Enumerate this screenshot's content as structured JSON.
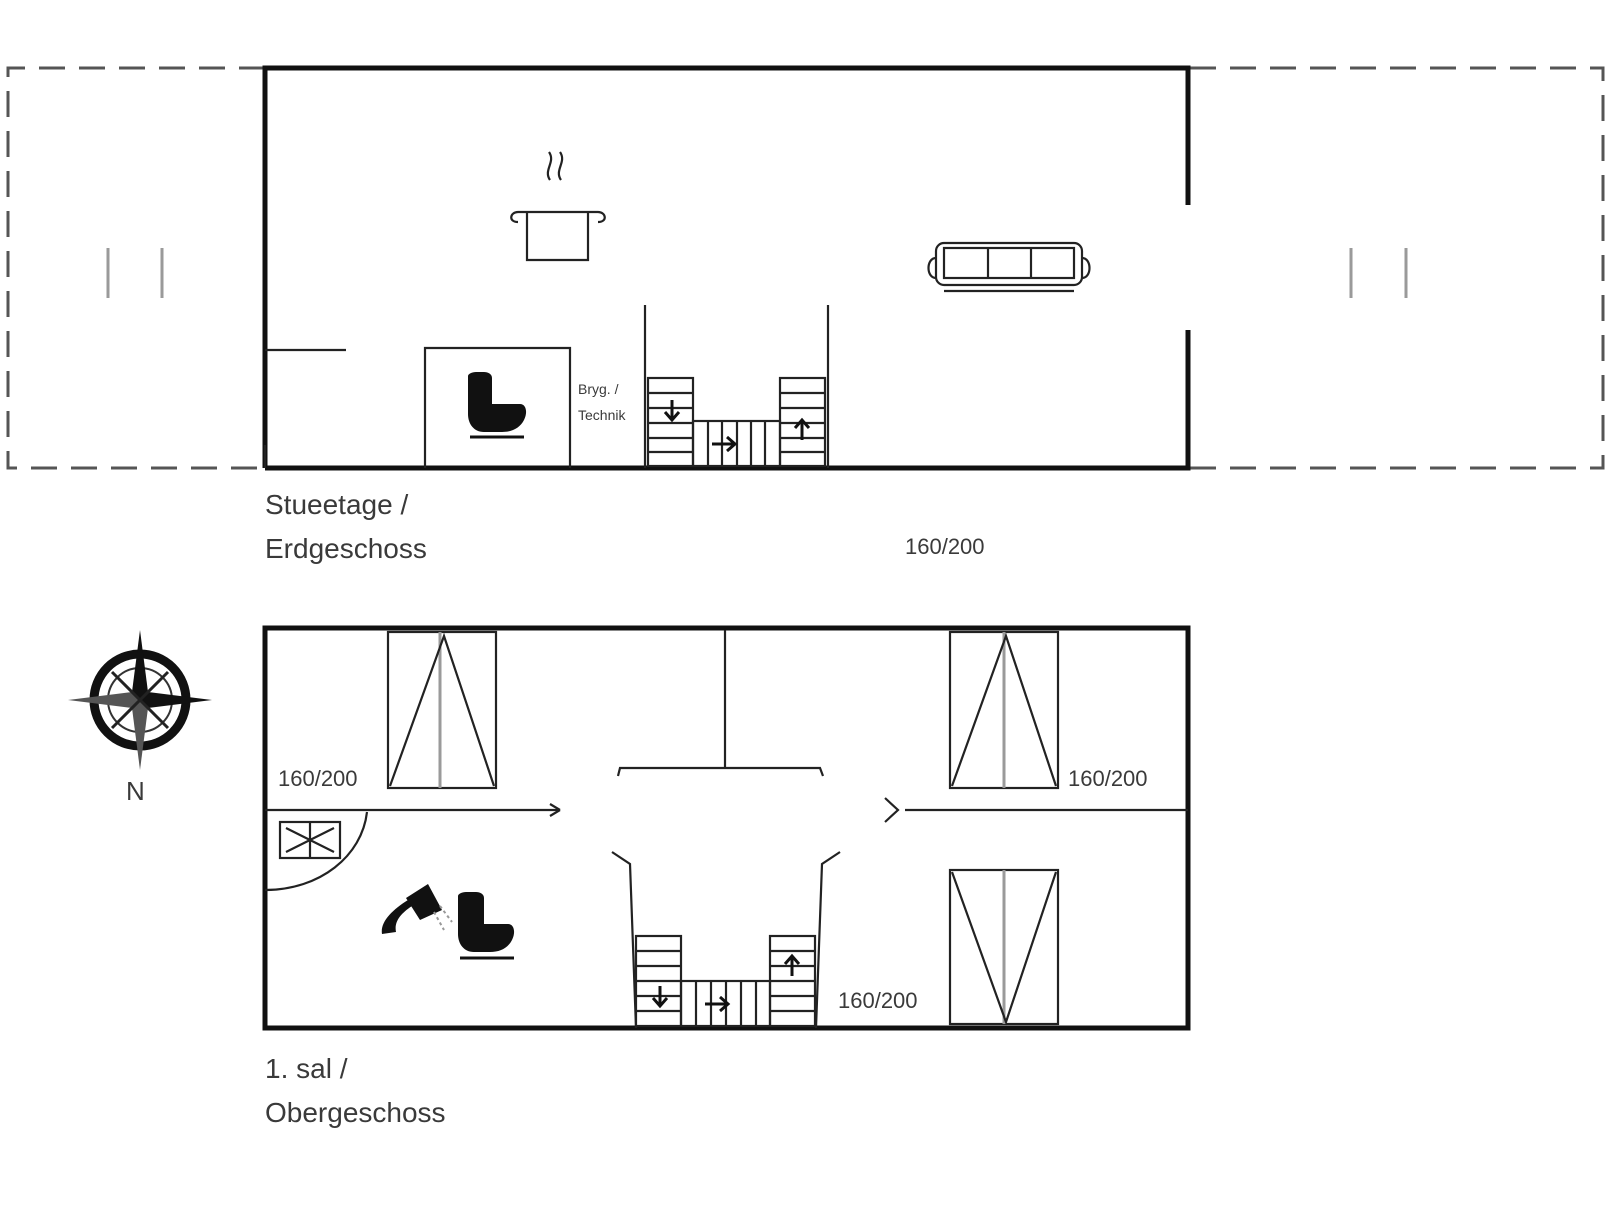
{
  "ground_floor": {
    "name_line1": "Stueetage /",
    "name_line2": "Erdgeschoss",
    "bed_size": "160/200",
    "utility_label_line1": "Bryg. /",
    "utility_label_line2": "Technik"
  },
  "upper_floor": {
    "name_line1": "1. sal /",
    "name_line2": "Obergeschoss",
    "bed_sizes": [
      "160/200",
      "160/200",
      "160/200"
    ]
  },
  "compass": {
    "north_label": "N"
  },
  "icons": [
    "cooking-pot-icon",
    "sofa-icon",
    "toilet-icon",
    "shower-icon",
    "stove-icon",
    "compass-rose-icon",
    "washing-machine-icon"
  ],
  "colors": {
    "wall": "#111111",
    "line": "#222222",
    "terrace_dash": "#555555",
    "label_text": "#3a3a3a"
  }
}
